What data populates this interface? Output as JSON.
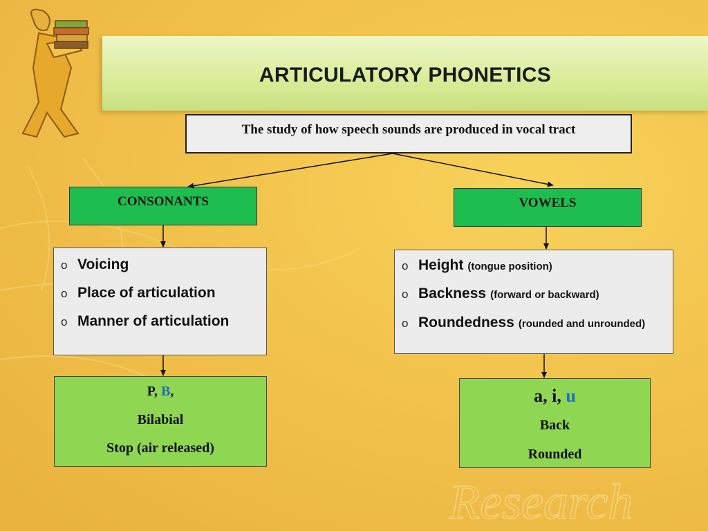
{
  "title": "ARTICULATORY PHONETICS",
  "definition": "The study of how speech sounds are produced in vocal tract",
  "categories": {
    "consonants": "CONSONANTS",
    "vowels": "VOWELS"
  },
  "consonant_features": [
    {
      "bullet": "o",
      "label": "Voicing"
    },
    {
      "bullet": "o",
      "label": "Place of articulation"
    },
    {
      "bullet": "o",
      "label": "Manner of articulation"
    }
  ],
  "vowel_features": [
    {
      "bullet": "o",
      "label": "Height",
      "note": "(tongue position)"
    },
    {
      "bullet": "o",
      "label": "Backness",
      "note": "(forward or  backward)"
    },
    {
      "bullet": "o",
      "label": "Roundedness",
      "note": "(rounded and unrounded)"
    }
  ],
  "consonant_example": {
    "sound_1": "P, ",
    "sound_2": "B",
    "sound_sep": ",",
    "place": "Bilabial",
    "manner": "Stop (air released)"
  },
  "vowel_example": {
    "sounds": "a, i, ",
    "highlight": "u",
    "backness": "Back",
    "roundedness": "Rounded"
  },
  "watermark_text": "Research",
  "colors": {
    "category_green": "#1ebd50",
    "example_green": "#8fd653",
    "highlight_blue": "#1c6fbf",
    "background_gold": "#f2c24c"
  }
}
